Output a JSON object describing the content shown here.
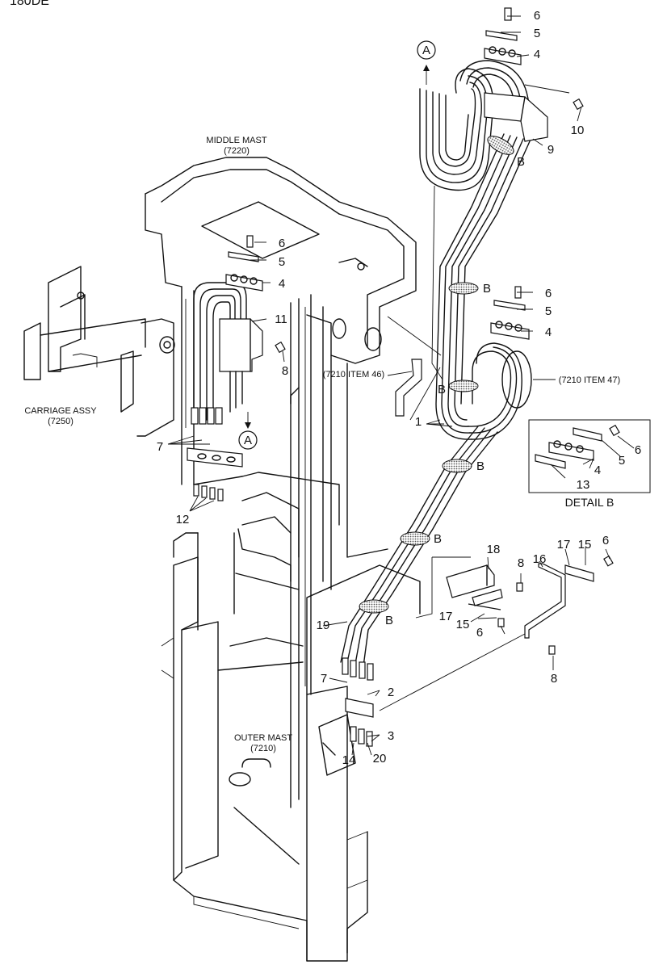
{
  "page_title": "180DE",
  "labels": {
    "middle_mast": "MIDDLE MAST",
    "middle_mast_code": "(7220)",
    "carriage_assy": "CARRIAGE ASSY",
    "carriage_assy_code": "(7250)",
    "outer_mast": "OUTER MAST",
    "outer_mast_code": "(7210)",
    "item46": "(7210 ITEM 46)",
    "item47": "(7210 ITEM 47)",
    "detail_b": "DETAIL B"
  },
  "markers": {
    "a_top": "A",
    "a_mid": "A",
    "b": "B"
  },
  "part_numbers": {
    "p1": "1",
    "p2": "2",
    "p3": "3",
    "p4": "4",
    "p5": "5",
    "p6": "6",
    "p7": "7",
    "p8": "8",
    "p9": "9",
    "p10": "10",
    "p11": "11",
    "p12": "12",
    "p13": "13",
    "p14": "14",
    "p15": "15",
    "p16": "16",
    "p17": "17",
    "p18": "18",
    "p19": "19",
    "p20": "20"
  }
}
